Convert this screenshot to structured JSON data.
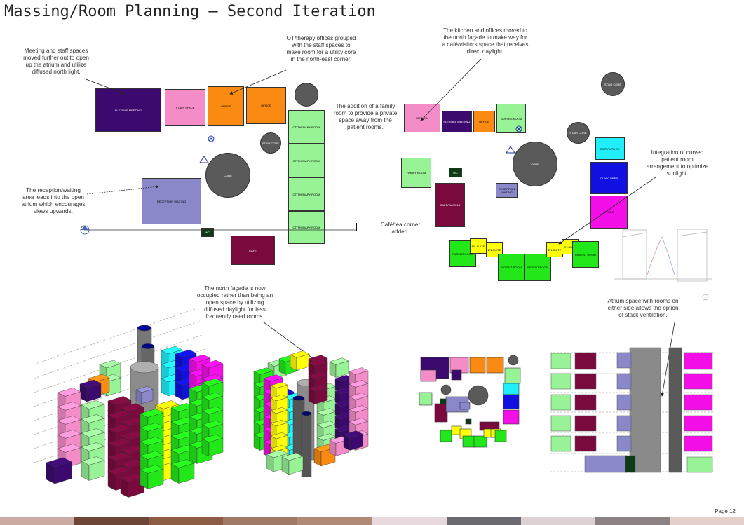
{
  "title": "Massing/Room Planning – Second Iteration",
  "page": "Page 12",
  "notes": {
    "meeting": "Meeting and staff spaces moved further out to open up the atrium and utilize diffused north light.",
    "ot": "OT/therapy offices grouped with the staff spaces to make room for a utility core in the north-east corner.",
    "family": "The addition of a family room to provide a private space away from the patient rooms.",
    "kitchen": "The kitchen and offices moved to the north façade to make way for a café/visitors space that receives direct daylight.",
    "reception": "The reception/waiting area leads into the open atrium which encourages views upwards.",
    "cafe": "Café/tea corner added.",
    "curved": "Integration of curved patient room arrangement to optimize  sunlight.",
    "north": "The north façade is now occupied rather than being an open space by utilizing diffused daylight for less frequently used rooms.",
    "atrium": "Atrium space with rooms on either side allows the option of stack ventilation."
  },
  "rooms_left": {
    "flexible_meeting": "FLEXIBLE MEETING",
    "staff_space": "STAFF SPACE",
    "office1": "OFFICE",
    "office2": "OFFICE",
    "ot1": "OT/THERAPY ROOM",
    "ot2": "OT/THERAPY ROOM",
    "ot3": "OT/THERAPY ROOM",
    "ot4": "OT/THERAPY ROOM",
    "stair_core": "STAIR CORE",
    "core": "CORE",
    "reception": "RECEPTION WAITING",
    "cafe": "CAFE",
    "wc": "WC"
  },
  "rooms_right": {
    "kitchen": "KITCHEN",
    "flexible_meeting": "FLEXIBLE MEETING",
    "office": "OFFICE",
    "nurses_room": "NURSES ROOM",
    "stair_core1": "STAIR CORE",
    "stair_core2": "STAIR CORE",
    "core": "CORE",
    "dirty_utility": "DIRTY UTILITY",
    "clinic_prep": "CLINIC PREP",
    "store": "STORE",
    "family_room": "FAMILY ROOM",
    "wc": "WC",
    "reception": "RECEPTION WAITING",
    "cafe": "CAFE/WAITING",
    "en_suite": "EN-SUITE",
    "patient_room": "PATIENT ROOM"
  },
  "colors": {
    "purple": "#3c0a6e",
    "pink": "#f48cc8",
    "orange": "#fb8a12",
    "green": "#98f296",
    "lavender": "#8a88c8",
    "maroon": "#7a0a3e",
    "bright_green": "#22e81a",
    "yellow": "#ffff08",
    "blue": "#1010e0",
    "cyan": "#20eef8",
    "magenta": "#f40ee8",
    "grey": "#5a5a5a",
    "dark_green": "#0e3a14"
  },
  "footer_colors": [
    "#c9aba4",
    "#6d4637",
    "#8c5c45",
    "#a07a64",
    "#b08a74",
    "#e6d8dc",
    "#6a6a70",
    "#dcd2d4",
    "#8c8284",
    "#e6d0cc"
  ]
}
